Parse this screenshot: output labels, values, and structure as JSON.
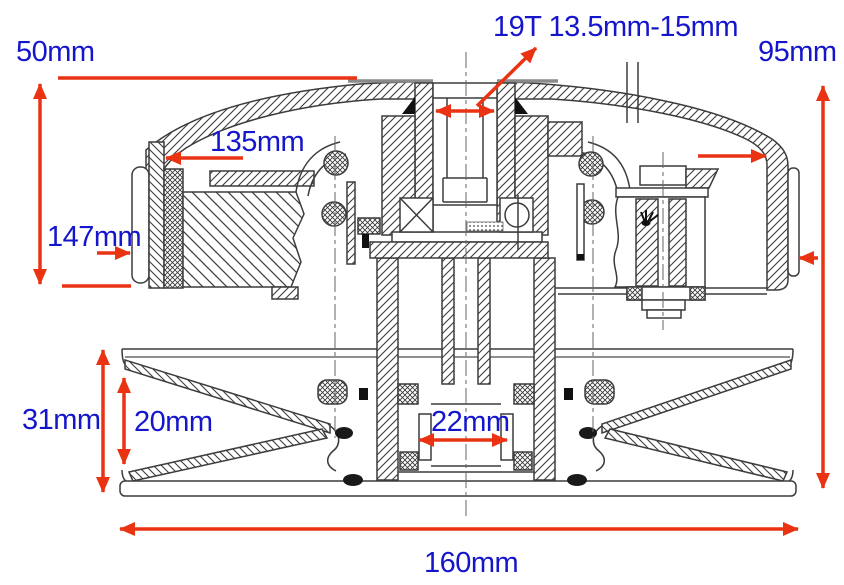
{
  "figure": {
    "background_color": "#ffffff",
    "line_color": "#3c3c3c",
    "arrow_color": "#e93312",
    "label_color": "#1515cc"
  },
  "dimensions": {
    "drum_depth": "50mm",
    "spline": "19T 13.5mm-15mm",
    "overall_height": "95mm",
    "drum_inner_diameter": "135mm",
    "drum_outer_diameter": "147mm",
    "pulley_rim_height": "31mm",
    "groove_opening": "20mm",
    "bore_diameter": "22mm",
    "pulley_diameter": "160mm"
  }
}
